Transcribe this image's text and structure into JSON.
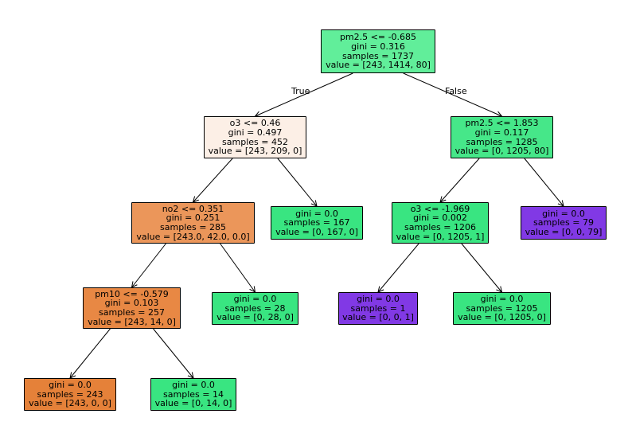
{
  "diagram": {
    "nodes": [
      {
        "id": "n0",
        "lines": [
          "pm2.5 <= -0.685",
          "gini = 0.316",
          "samples = 1737",
          "value = [243, 1414, 80]"
        ],
        "fill": "#61ee9a"
      },
      {
        "id": "n1",
        "lines": [
          "o3 <= 0.46",
          "gini = 0.497",
          "samples = 452",
          "value = [243, 209, 0]"
        ],
        "fill": "#fcefe6"
      },
      {
        "id": "n2",
        "lines": [
          "no2 <= 0.351",
          "gini = 0.251",
          "samples = 285",
          "value = [243.0, 42.0, 0.0]"
        ],
        "fill": "#eb965a"
      },
      {
        "id": "n3",
        "lines": [
          "pm10 <= -0.579",
          "gini = 0.103",
          "samples = 257",
          "value = [243, 14, 0]"
        ],
        "fill": "#e88844"
      },
      {
        "id": "n4",
        "lines": [
          "gini = 0.0",
          "samples = 243",
          "value = [243, 0, 0]"
        ],
        "fill": "#e58139"
      },
      {
        "id": "n5",
        "lines": [
          "gini = 0.0",
          "samples = 14",
          "value = [0, 14, 0]"
        ],
        "fill": "#39e581"
      },
      {
        "id": "n6",
        "lines": [
          "gini = 0.0",
          "samples = 28",
          "value = [0, 28, 0]"
        ],
        "fill": "#39e581"
      },
      {
        "id": "n7",
        "lines": [
          "gini = 0.0",
          "samples = 167",
          "value = [0, 167, 0]"
        ],
        "fill": "#39e581"
      },
      {
        "id": "n8",
        "lines": [
          "pm2.5 <= 1.853",
          "gini = 0.117",
          "samples = 1285",
          "value = [0, 1205, 80]"
        ],
        "fill": "#46e789"
      },
      {
        "id": "n9",
        "lines": [
          "o3 <= -1.969",
          "gini = 0.002",
          "samples = 1206",
          "value = [0, 1205, 1]"
        ],
        "fill": "#39e581"
      },
      {
        "id": "n10",
        "lines": [
          "gini = 0.0",
          "samples = 1",
          "value = [0, 0, 1]"
        ],
        "fill": "#8139e5"
      },
      {
        "id": "n11",
        "lines": [
          "gini = 0.0",
          "samples = 1205",
          "value = [0, 1205, 0]"
        ],
        "fill": "#39e581"
      },
      {
        "id": "n12",
        "lines": [
          "gini = 0.0",
          "samples = 79",
          "value = [0, 0, 79]"
        ],
        "fill": "#8139e5"
      }
    ],
    "edges": [
      {
        "from": "n0",
        "to": "n1"
      },
      {
        "from": "n0",
        "to": "n8"
      },
      {
        "from": "n1",
        "to": "n2"
      },
      {
        "from": "n1",
        "to": "n7"
      },
      {
        "from": "n2",
        "to": "n3"
      },
      {
        "from": "n2",
        "to": "n6"
      },
      {
        "from": "n3",
        "to": "n4"
      },
      {
        "from": "n3",
        "to": "n5"
      },
      {
        "from": "n8",
        "to": "n9"
      },
      {
        "from": "n8",
        "to": "n12"
      },
      {
        "from": "n9",
        "to": "n10"
      },
      {
        "from": "n9",
        "to": "n11"
      }
    ],
    "edge_labels": {
      "true_label": "True",
      "false_label": "False"
    }
  }
}
